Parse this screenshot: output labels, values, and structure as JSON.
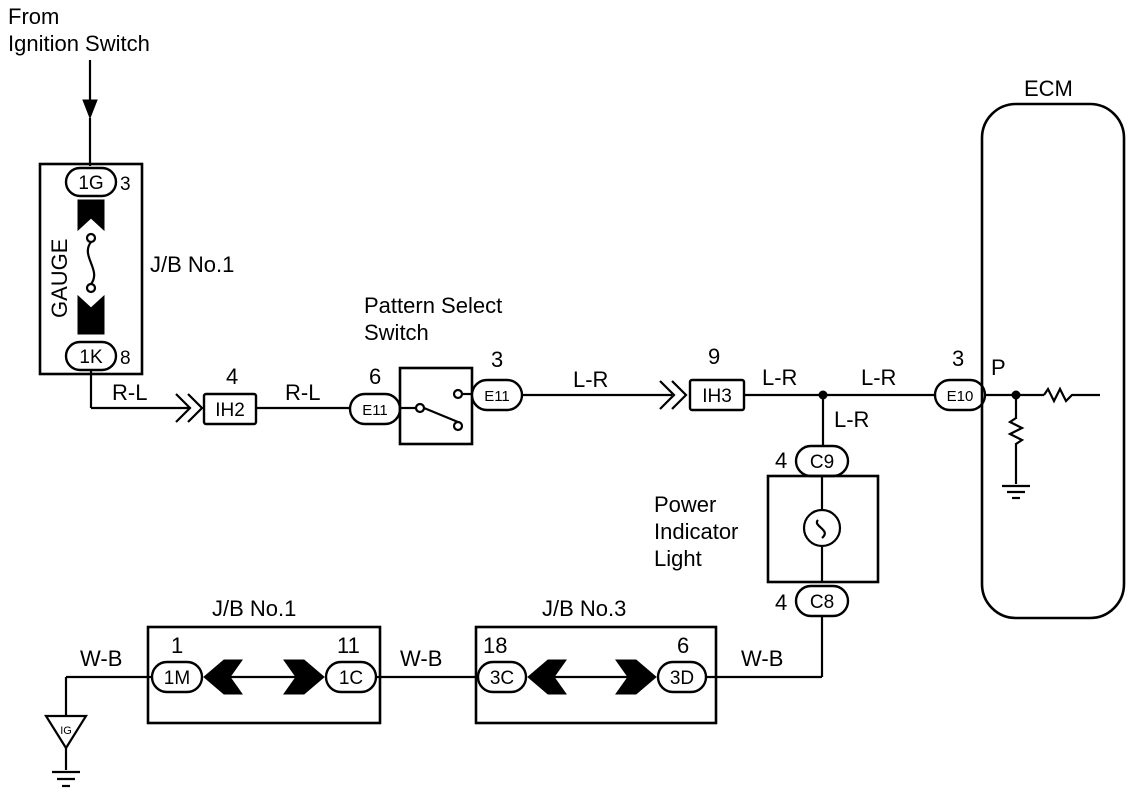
{
  "source": {
    "line1": "From",
    "line2": "Ignition Switch"
  },
  "fuse_block": {
    "name": "GAUGE",
    "jb_label": "J/B No.1",
    "top_connector": "1G",
    "top_pin": "3",
    "bottom_connector": "1K",
    "bottom_pin": "8"
  },
  "wires": {
    "rl_1": "R-L",
    "rl_2": "R-L",
    "lr_1": "L-R",
    "lr_2": "L-R",
    "lr_3": "L-R",
    "lr_4": "L-R",
    "wb_1": "W-B",
    "wb_2": "W-B",
    "wb_3": "W-B"
  },
  "connectors": {
    "ih2": {
      "label": "IH2",
      "pin": "4"
    },
    "e11_left": {
      "label": "E11",
      "pin": "6"
    },
    "e11_right": {
      "label": "E11",
      "pin": "3"
    },
    "ih3": {
      "label": "IH3",
      "pin": "9"
    },
    "e10": {
      "label": "E10",
      "pin": "3"
    },
    "c9": {
      "label": "C9",
      "pin": "4"
    },
    "c8": {
      "label": "C8",
      "pin": "4"
    }
  },
  "pattern_switch": {
    "line1": "Pattern Select",
    "line2": "Switch"
  },
  "power_light": {
    "line1": "Power",
    "line2": "Indicator",
    "line3": "Light"
  },
  "ecm": {
    "label": "ECM",
    "terminal": "P"
  },
  "jb1_bottom": {
    "label": "J/B No.1",
    "left_pin": "1",
    "left_connector": "1M",
    "right_pin": "11",
    "right_connector": "1C"
  },
  "jb3_bottom": {
    "label": "J/B No.3",
    "left_pin": "18",
    "left_connector": "3C",
    "right_pin": "6",
    "right_connector": "3D"
  },
  "ground": {
    "label": "IG"
  }
}
